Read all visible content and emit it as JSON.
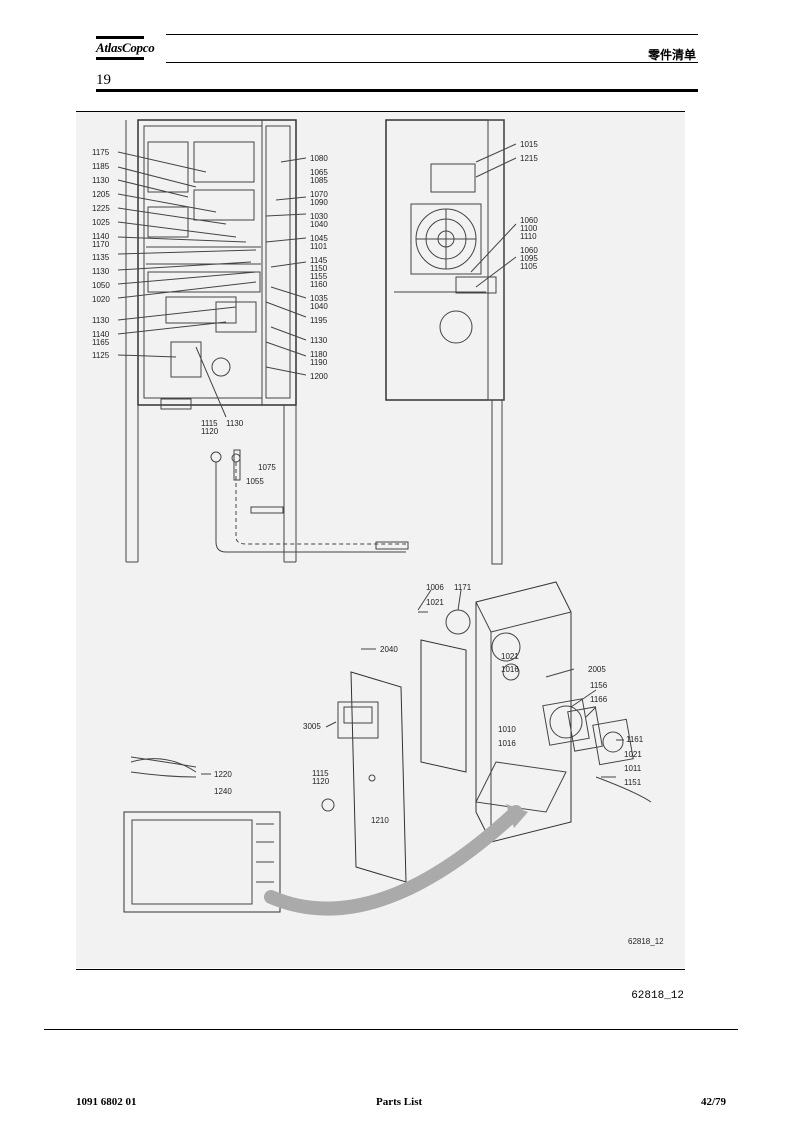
{
  "header": {
    "logo_text": "AtlasCopco",
    "page_title": "零件清单",
    "section_number": "19"
  },
  "figure": {
    "callouts_left_cabinet": [
      "1175",
      "1185",
      "1130",
      "1205",
      "1225",
      "1025",
      "1140",
      "1170",
      "1135",
      "1130",
      "1050",
      "1020",
      "1130",
      "1140",
      "1165",
      "1125"
    ],
    "callouts_center_right": [
      "1080",
      "1065",
      "1085",
      "1070",
      "1090",
      "1030",
      "1040",
      "1045",
      "1101",
      "1145",
      "1150",
      "1155",
      "1160",
      "1035",
      "1040",
      "1195",
      "1130",
      "1180",
      "1190",
      "1200"
    ],
    "callouts_right_cabinet": [
      "1015",
      "1215",
      "1060",
      "1100",
      "1110",
      "1060",
      "1095",
      "1105"
    ],
    "callouts_below_cabinet": [
      "1115",
      "1120",
      "1130",
      "1075",
      "1055"
    ],
    "callouts_exploded": [
      "1006",
      "1171",
      "1021",
      "2040",
      "1021",
      "1016",
      "2005",
      "1156",
      "1166",
      "3005",
      "1010",
      "1016",
      "1161",
      "1021",
      "1011",
      "1151",
      "1115",
      "1120",
      "1220",
      "1240",
      "1210"
    ],
    "figure_code": "62818_12"
  },
  "reference_code": "62818_12",
  "footer": {
    "doc_number": "1091 6802 01",
    "doc_title": "Parts List",
    "page": "42/79"
  }
}
